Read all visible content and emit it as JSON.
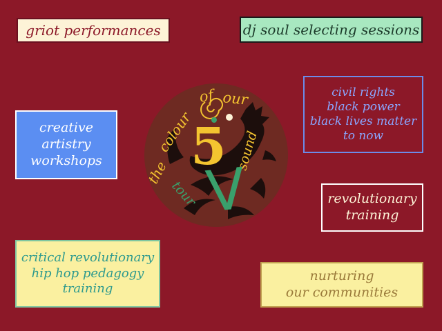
{
  "boxes": {
    "griot": "griot performances",
    "dj": "dj soul selecting sessions",
    "civil": [
      "civil rights",
      "black power",
      "black lives matter",
      "to now"
    ],
    "creative": [
      "creative",
      "artistry",
      "workshops"
    ],
    "revolutionary": [
      "revolutionary",
      "training"
    ],
    "critical": [
      "critical revolutionary",
      "hip hop pedagogy",
      "training"
    ],
    "nurturing": [
      "nurturing",
      "our communities"
    ]
  },
  "logo": {
    "line_the": "the",
    "line_colour": "colour",
    "line_of": "of",
    "line_our": "our",
    "line_sound": "sound",
    "line_tour": "tour",
    "numeral": "5",
    "mark": "V"
  },
  "colors": {
    "background": "#8c1828",
    "logo_text": "#f4c430",
    "logo_green": "#3aa06c",
    "logo_circle": "#6e2a22"
  }
}
